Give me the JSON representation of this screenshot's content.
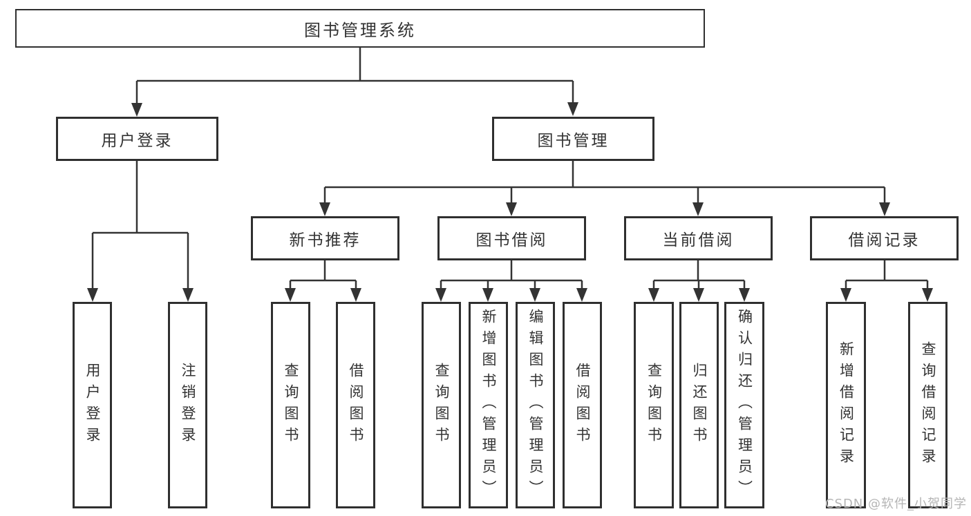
{
  "diagram": {
    "root": {
      "label": "图书管理系统"
    },
    "level2": [
      {
        "label": "用户登录"
      },
      {
        "label": "图书管理"
      }
    ],
    "level3": [
      {
        "label": "新书推荐"
      },
      {
        "label": "图书借阅"
      },
      {
        "label": "当前借阅"
      },
      {
        "label": "借阅记录"
      }
    ],
    "leaves": [
      {
        "label": "用户登录"
      },
      {
        "label": "注销登录"
      },
      {
        "label": "查询图书"
      },
      {
        "label": "借阅图书"
      },
      {
        "label": "查询图书"
      },
      {
        "label": "新增图书（管理员）"
      },
      {
        "label": "编辑图书（管理员）"
      },
      {
        "label": "借阅图书"
      },
      {
        "label": "查询图书"
      },
      {
        "label": "归还图书"
      },
      {
        "label": "确认归还（管理员）"
      },
      {
        "label": "新增借阅记录"
      },
      {
        "label": "查询借阅记录"
      }
    ]
  },
  "watermark": {
    "text": "CSDN @软件_小贺同学"
  },
  "colors": {
    "line": "#333333",
    "border": "#2f2f2f",
    "text": "#333333",
    "background": "#ffffff",
    "watermark": "#b5b5b5"
  }
}
